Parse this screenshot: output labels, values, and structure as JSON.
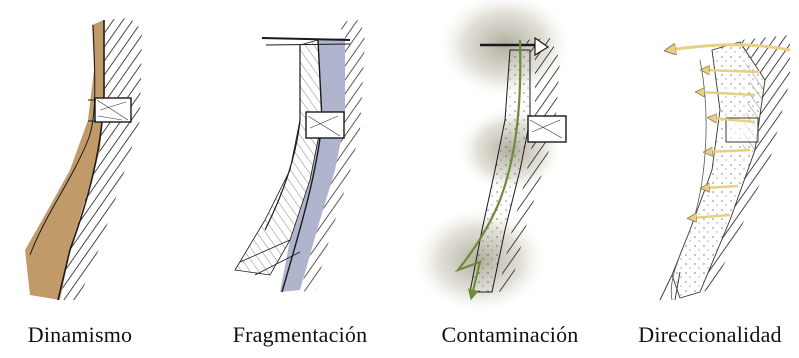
{
  "panels": [
    {
      "caption": "Dinamismo"
    },
    {
      "caption": "Fragmentación"
    },
    {
      "caption": "Contaminación"
    },
    {
      "caption": "Direccionalidad"
    }
  ],
  "colors": {
    "ink": "#1a1a1a",
    "dinamismo_fill": "#b5894f",
    "fragmentacion_fill": "#8f95b8",
    "contaminacion_cloud": "#6f6a4d",
    "contaminacion_path": "#6e8a3a",
    "direccionalidad_arrow": "#e7cf86"
  }
}
